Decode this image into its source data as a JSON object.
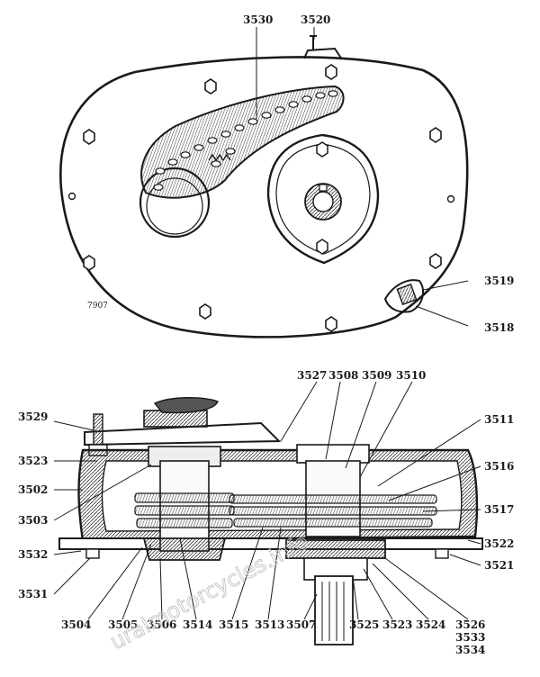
{
  "top_view": {
    "figure_number": "7907",
    "labels": {
      "l3530": "3530",
      "l3520": "3520",
      "l3519": "3519",
      "l3518": "3518"
    }
  },
  "section_view": {
    "labels": {
      "l3527": "3527",
      "l3508": "3508",
      "l3509": "3509",
      "l3510": "3510",
      "l3511": "3511",
      "l3516": "3516",
      "l3517": "3517",
      "l3522": "3522",
      "l3521": "3521",
      "l3529": "3529",
      "l3523a": "3523",
      "l3502": "3502",
      "l3503": "3503",
      "l3532": "3532",
      "l3531": "3531",
      "l3504": "3504",
      "l3505": "3505",
      "l3506": "3506",
      "l3514": "3514",
      "l3515": "3515",
      "l3513": "3513",
      "l3507": "3507",
      "l3525": "3525",
      "l3523b": "3523",
      "l3524": "3524",
      "l3526": "3526",
      "l3533": "3533",
      "l3534": "3534"
    }
  },
  "watermark": "uralmotorcycles.info"
}
